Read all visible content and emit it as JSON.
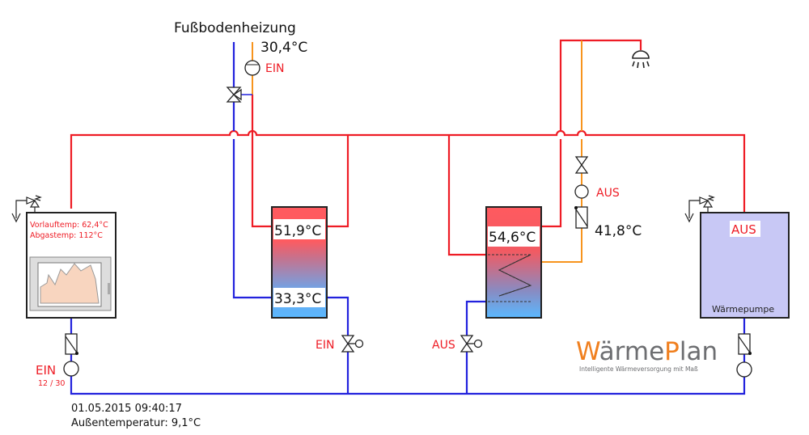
{
  "floor_heating": {
    "title": "Fußbodenheizung",
    "temperature": "30,4°C",
    "pump_status": "EIN"
  },
  "fireplace": {
    "flow_temp": "Vorlauftemp: 62,4°C",
    "exhaust_temp": "Abgastemp: 112°C",
    "pump_status": "EIN",
    "pump_stage": "12 / 30"
  },
  "buffer_tank": {
    "top_temp": "51,9°C",
    "bottom_temp": "33,3°C",
    "valve_status": "EIN"
  },
  "dhw_tank": {
    "top_temp": "54,6°C",
    "valve_status": "AUS",
    "circulation_pump_status": "AUS",
    "circulation_temp": "41,8°C"
  },
  "heat_pump": {
    "status": "AUS",
    "label": "Wärmepumpe"
  },
  "logo": {
    "part1": "W",
    "part2": "ärme",
    "part3": "P",
    "part4": "lan",
    "tagline": "Intelligente Wärmeversorgung mit Maß"
  },
  "footer": {
    "timestamp": "01.05.2015 09:40:17",
    "outdoor_temp": "Außentemperatur: 9,1°C"
  },
  "colors": {
    "hot": "#ee1c25",
    "cold": "#2222dd",
    "warm": "#f7941d",
    "heat_pump_fill": "#c8c8f5",
    "logo_orange": "#f07f1e",
    "logo_gray": "#6d6e71"
  }
}
